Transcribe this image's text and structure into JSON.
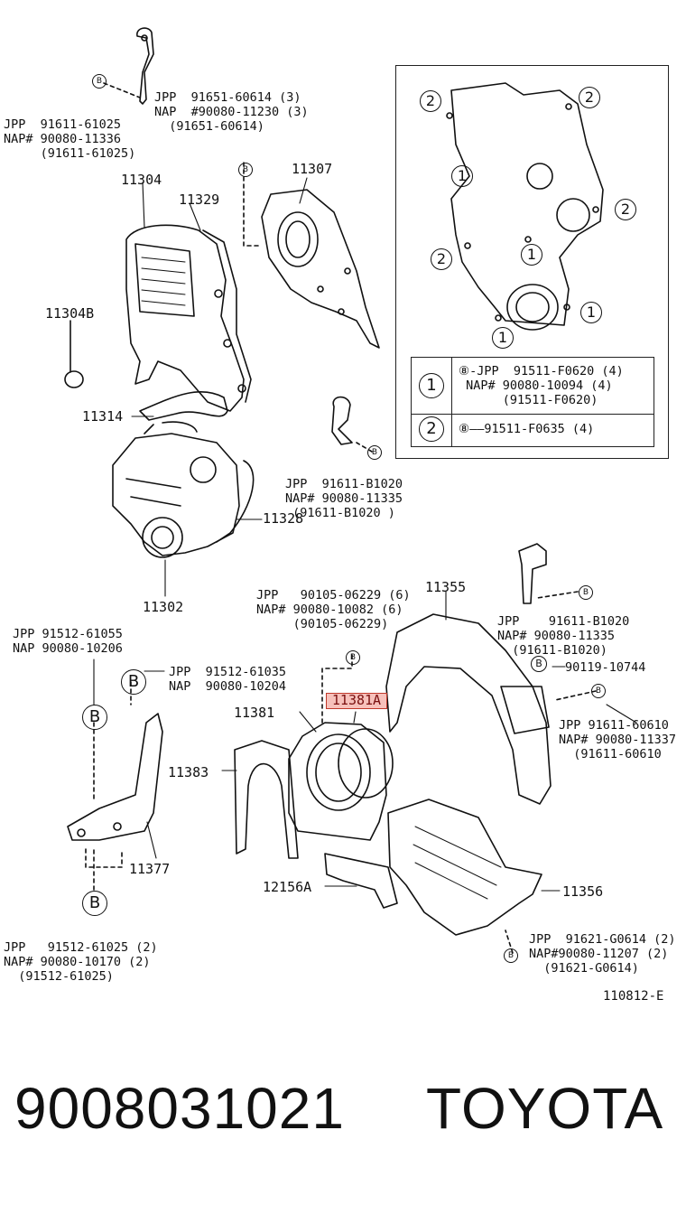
{
  "callouts": {
    "top_left_jpp": "JPP  91611-61025\nNAP# 90080-11336\n     (91611-61025)",
    "top_center_jpp": "JPP  91651-60614 (3)\nNAP  #90080-11230 (3)\n  (91651-60614)",
    "mid_right_jpp": "JPP  91611-B1020\nNAP# 90080-11335\n (91611-B1020 )",
    "lower_center_jpp": "JPP   90105-06229 (6)\nNAP# 90080-10082 (6)\n     (90105-06229)",
    "lower_right_top_jpp": "JPP    91611-B1020\nNAP# 90080-11335\n  (91611-B1020)",
    "bolt_90119": "90119-10744",
    "lower_right_jpp": "JPP 91611-60610\nNAP# 90080-11337\n  (91611-60610",
    "left_bracket_jpp": "JPP 91512-61055\nNAP 90080-10206",
    "left_b_jpp": "JPP  91512-61035\nNAP  90080-10204",
    "bottom_left_jpp": "JPP   91512-61025 (2)\nNAP# 90080-10170 (2)\n  (91512-61025)",
    "bottom_right_jpp": "JPP  91621-G0614 (2)\nNAP#90080-11207 (2)\n  (91621-G0614)"
  },
  "parts": {
    "p11304": "11304",
    "p11329": "11329",
    "p11307": "11307",
    "p11304b": "11304B",
    "p11314": "11314",
    "p11328": "11328",
    "p11302": "11302",
    "p11355": "11355",
    "p11381a": "11381A",
    "p11381": "11381",
    "p11383": "11383",
    "p11377": "11377",
    "p12156a": "12156A",
    "p11356": "11356"
  },
  "markers": {
    "b": "B",
    "one": "1",
    "two": "2"
  },
  "legend": {
    "row1_num": "1",
    "row1_text": "⑧-JPP  91511-F0620 (4)\n NAP# 90080-10094 (4)\n      (91511-F0620)",
    "row2_num": "2",
    "row2_text": "⑧——91511-F0635 (4)"
  },
  "diagram_code": "110812-E",
  "footer": {
    "part_number": "9008031021",
    "brand": "TOYOTA"
  }
}
